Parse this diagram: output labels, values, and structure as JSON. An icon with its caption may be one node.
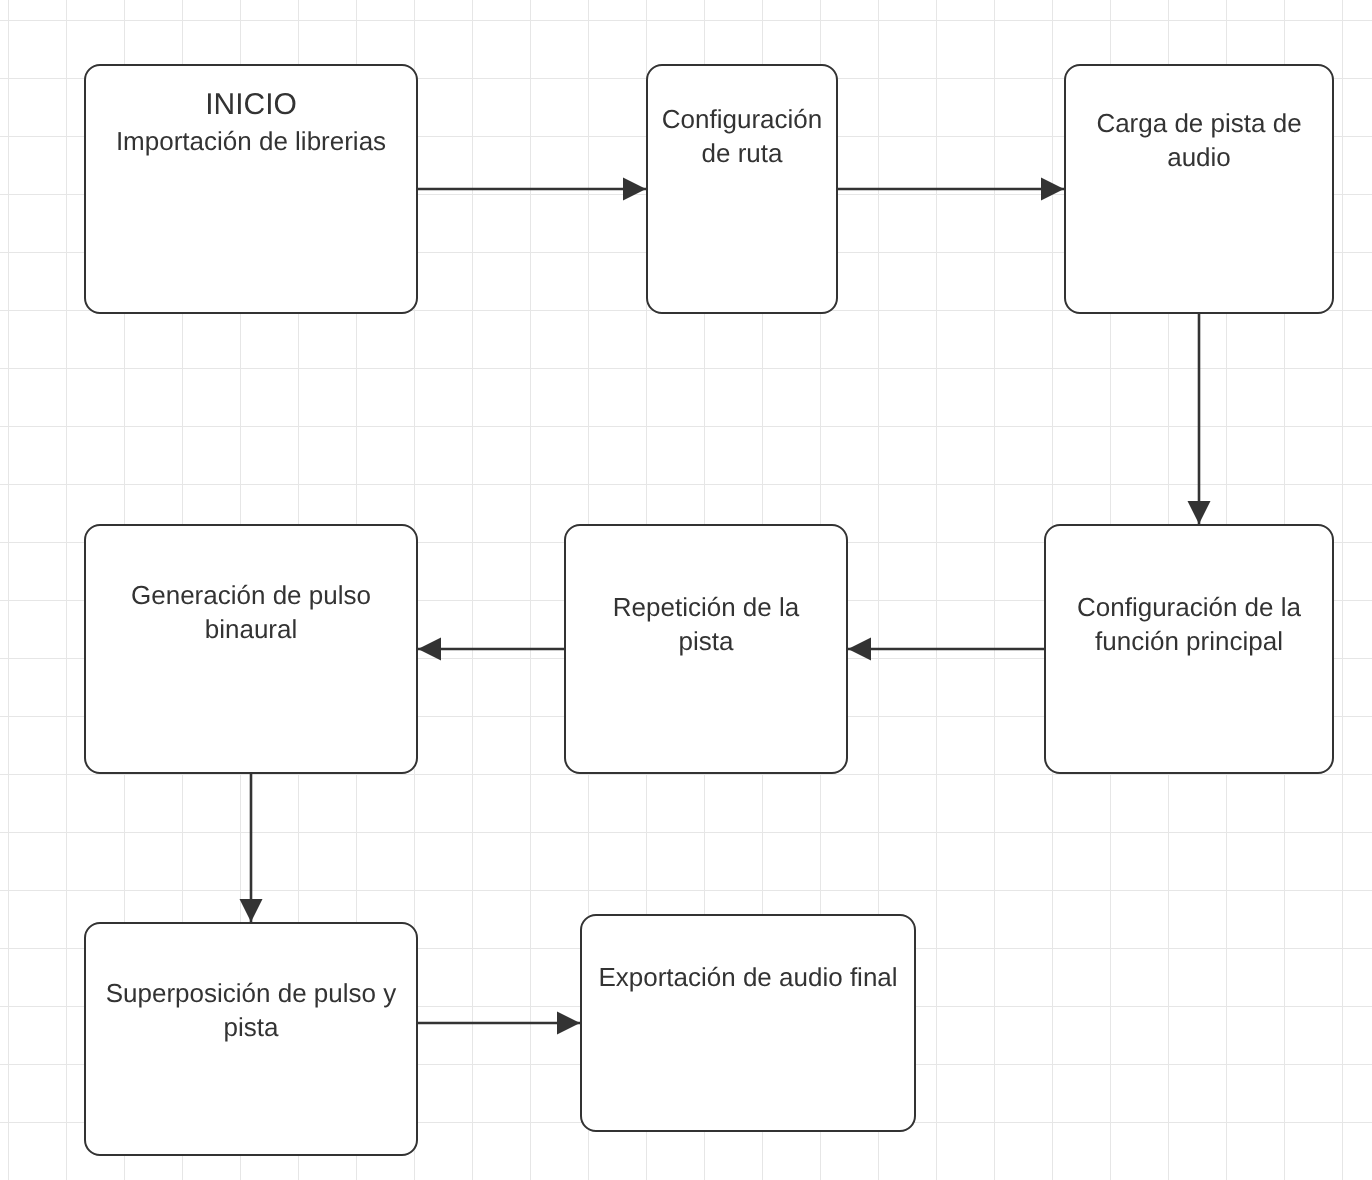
{
  "diagram": {
    "nodes": [
      {
        "text": [
          "INICIO",
          "Importación de librerias"
        ]
      },
      {
        "text": [
          "Configuración de ruta"
        ]
      },
      {
        "text": [
          "Carga de pista de audio"
        ]
      },
      {
        "text": [
          "Configuración de la función principal"
        ]
      },
      {
        "text": [
          "Repetición de la pista"
        ]
      },
      {
        "text": [
          "Generación de pulso binaural"
        ]
      },
      {
        "text": [
          "Superposición de pulso y pista"
        ]
      },
      {
        "text": [
          "Exportación de audio final"
        ]
      }
    ],
    "edges": [
      {
        "from": 0,
        "to": 1,
        "arrow": "to"
      },
      {
        "from": 1,
        "to": 2,
        "arrow": "to"
      },
      {
        "from": 2,
        "to": 3,
        "arrow": "to"
      },
      {
        "from": 3,
        "to": 4,
        "arrow": "to"
      },
      {
        "from": 4,
        "to": 5,
        "arrow": "to"
      },
      {
        "from": 5,
        "to": 6,
        "arrow": "to"
      },
      {
        "from": 6,
        "to": 7,
        "arrow": "to"
      }
    ]
  }
}
